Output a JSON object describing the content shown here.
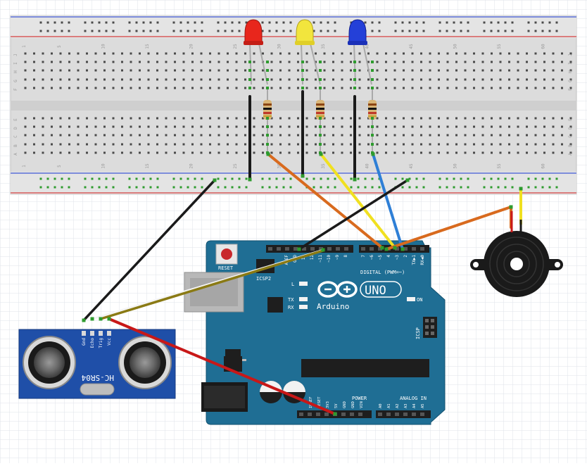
{
  "breadboard": {
    "column_numbers": [
      "1",
      "5",
      "10",
      "15",
      "20",
      "25",
      "30",
      "35",
      "40",
      "45",
      "50",
      "55",
      "60"
    ],
    "row_letters_top": [
      "J",
      "I",
      "H",
      "G",
      "F"
    ],
    "row_letters_bottom": [
      "E",
      "D",
      "C",
      "B",
      "A"
    ]
  },
  "arduino": {
    "reset_label": "RESET",
    "aref_label": "AREF",
    "gnd_label": "GND",
    "icsp2_label": "ICSP2",
    "icsp_label": "ICSP",
    "digital_pins_high": [
      "13",
      "12",
      "~11",
      "~10",
      "~9",
      "8"
    ],
    "digital_pins_low": [
      "7",
      "~6",
      "~5",
      "4",
      "~3",
      "2",
      "TX▶1",
      "RX◀0"
    ],
    "digital_label": "DIGITAL (PWM=~)",
    "led_l": "L",
    "led_tx": "TX",
    "led_rx": "RX",
    "uno_label": "UNO",
    "brand_label": "Arduino",
    "on_label": "ON",
    "power_label": "POWER",
    "power_pins": [
      "IOREF",
      "RESET",
      "3V3",
      "5V",
      "GND",
      "GND",
      "VIN"
    ],
    "analog_label": "ANALOG IN",
    "analog_pins": [
      "A0",
      "A1",
      "A2",
      "A3",
      "A4",
      "A5"
    ]
  },
  "sensor": {
    "model": "HC-SR04",
    "pins": [
      "Gnd",
      "Echo",
      "Trig",
      "Vcc"
    ]
  },
  "leds": [
    {
      "color_name": "red",
      "color": "#e8261c"
    },
    {
      "color_name": "yellow",
      "color": "#f2e53d"
    },
    {
      "color_name": "blue",
      "color": "#2440d8"
    }
  ],
  "wire_colors": {
    "black": "#1a1a1a",
    "orange": "#d86a1e",
    "yellow": "#f0e020",
    "blue": "#2e7fd6",
    "red": "#c81818",
    "olive": "#8a7a14",
    "white": "#f4f4f4",
    "green": "#2e9b2e"
  },
  "board_color": "#1f6e94",
  "breadboard_color": "#dedede"
}
